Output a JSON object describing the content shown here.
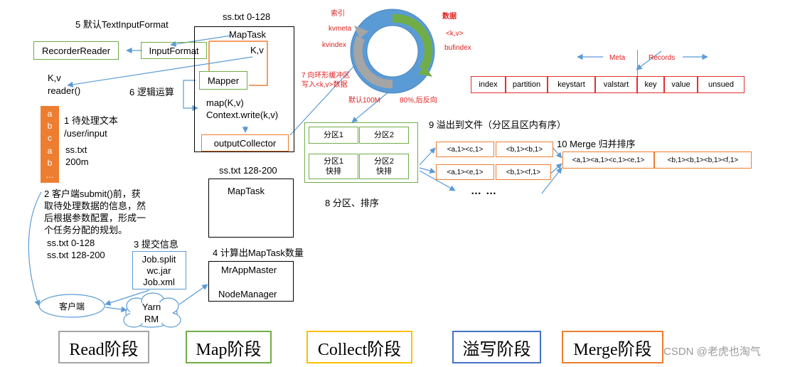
{
  "input": {
    "step5": "5 默认TextInputFormat",
    "recorder_reader": "RecorderReader",
    "input_format": "InputFormat",
    "kv": "K,v",
    "reader": "reader()",
    "blocks": [
      "a",
      "b",
      "c",
      "a",
      "b",
      "…"
    ],
    "step1": "1 待处理文本",
    "path": "/user/input",
    "file": "ss.txt",
    "size": "200m"
  },
  "map": {
    "split1": "ss.txt 0-128",
    "maptask": "MapTask",
    "kv": "K,v",
    "mapper": "Mapper",
    "step6": "6 逻辑运算",
    "map_call": "map(K,v)",
    "context_write": "Context.write(k,v)",
    "output_collector": "outputCollector",
    "split2": "ss.txt 128-200",
    "maptask2": "MapTask"
  },
  "client": {
    "step2_lines": [
      "2 客户端submit()前，获",
      "取待处理数据的信息，然",
      "后根据参数配置，形成一",
      "个任务分配的规划。"
    ],
    "splits": [
      "ss.txt  0-128",
      "ss.txt  128-200"
    ],
    "step3": "3 提交信息",
    "job_files": [
      "Job.split",
      "wc.jar",
      "Job.xml"
    ],
    "client_label": "客户端",
    "yarn": [
      "Yarn",
      "RM"
    ],
    "step4": "4 计算出MapTask数量",
    "mr_app_master": "MrAppMaster",
    "node_manager": "NodeManager"
  },
  "buffer": {
    "index_label": "索引",
    "kvmeta": "kvmeta",
    "kvindex": "kvindex",
    "data_label": "数据",
    "kv": "<k,v>",
    "bufindex": "bufindex",
    "step7_lines": [
      "7 向环形缓冲区",
      "写入<k,v>数据"
    ],
    "default": "默认100M",
    "reverse": "80%,后反向",
    "meta": "Meta",
    "records": "Records",
    "cells": [
      "index",
      "partition",
      "keystart",
      "valstart",
      "key",
      "value",
      "unsued"
    ]
  },
  "partition": {
    "p1": "分区1",
    "p2": "分区2",
    "p1_sort": [
      "分区1",
      "快排"
    ],
    "p2_sort": [
      "分区2",
      "快排"
    ],
    "step8": "8 分区、排序"
  },
  "spill": {
    "step9": "9 溢出到文件（分区且区内有序）",
    "row1": [
      "<a,1><c,1>",
      "<b,1><b,1>"
    ],
    "row2": [
      "<a,1><e,1>",
      "<b,1><f,1>"
    ],
    "dots": "…  …",
    "step10": "10 Merge 归并排序",
    "merged": [
      "<a,1><a,1><c,1><e,1>",
      "<b,1><b,1><b,1><f,1>"
    ]
  },
  "phases": [
    {
      "label": "Read阶段",
      "color": "#a6a6a6"
    },
    {
      "label": "Map阶段",
      "color": "#70ad47"
    },
    {
      "label": "Collect阶段",
      "color": "#ffc000"
    },
    {
      "label": "溢写阶段",
      "color": "#4472c4"
    },
    {
      "label": "Merge阶段",
      "color": "#ed7d31"
    }
  ],
  "watermark": "CSDN @老虎也淘气"
}
